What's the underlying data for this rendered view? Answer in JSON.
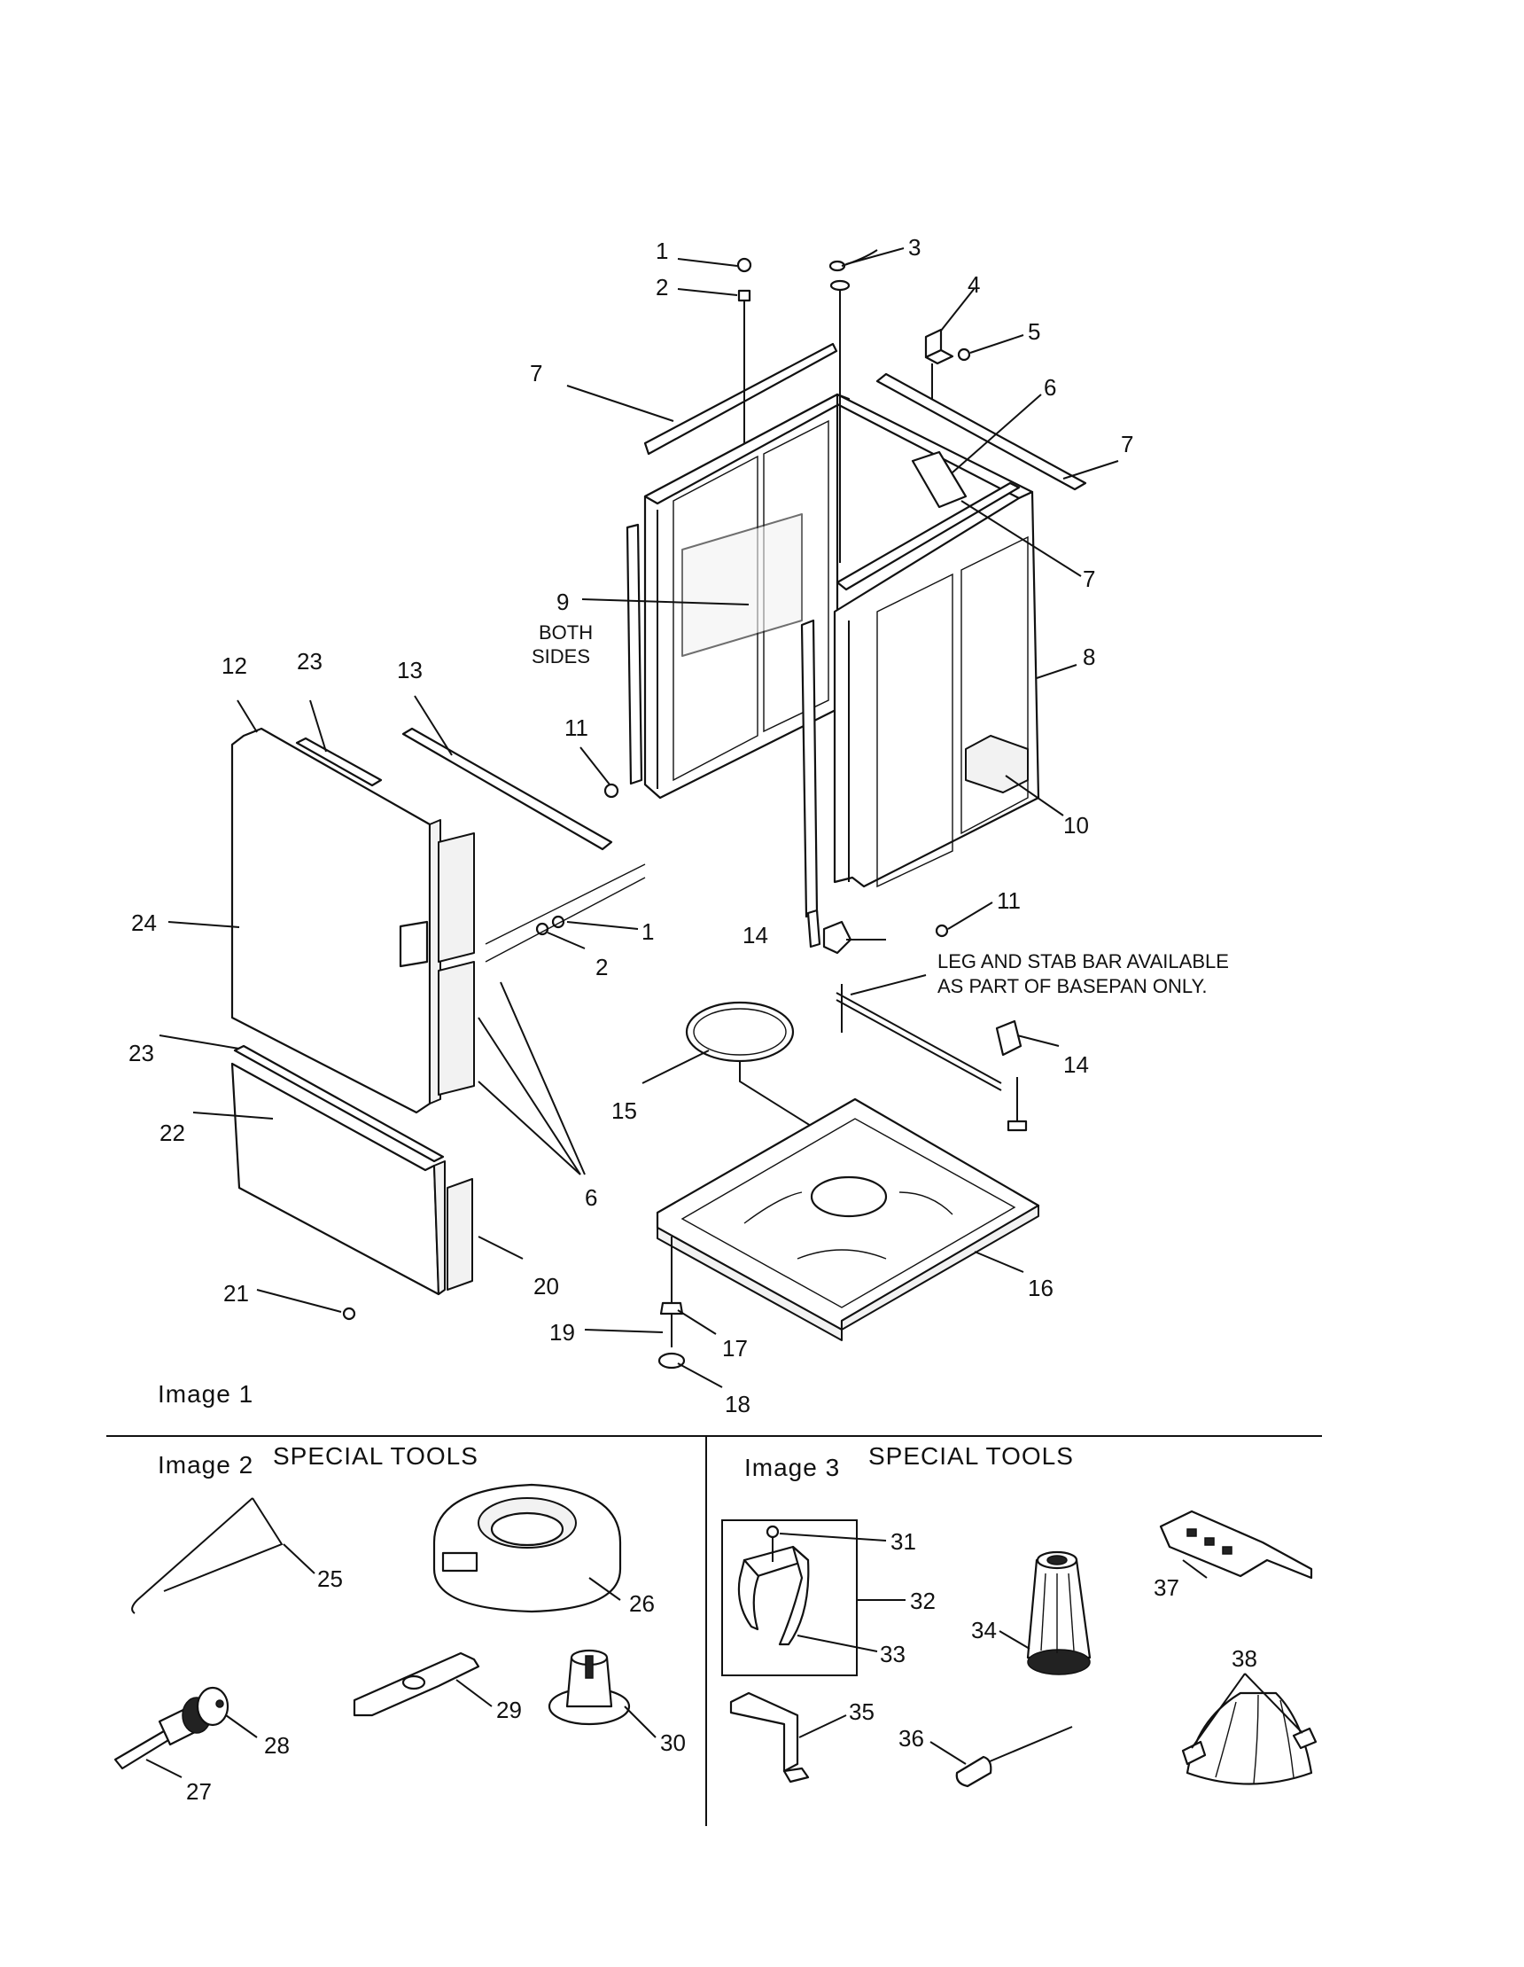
{
  "labels": {
    "callouts": [
      "1",
      "2",
      "3",
      "4",
      "5",
      "6",
      "7",
      "8",
      "9",
      "10",
      "11",
      "12",
      "13",
      "14",
      "15",
      "16",
      "17",
      "18",
      "19",
      "20",
      "21",
      "22",
      "23",
      "24",
      "25",
      "26",
      "27",
      "28",
      "29",
      "30",
      "31",
      "32",
      "33",
      "34",
      "35",
      "36",
      "37",
      "38"
    ],
    "both_sides": [
      "BOTH",
      "SIDES"
    ],
    "note_line1": "LEG AND STAB BAR AVAILABLE",
    "note_line2": "AS PART OF BASEPAN ONLY.",
    "image1": "Image 1",
    "image2": "Image 2",
    "image3": "Image 3",
    "special_tools": "SPECIAL  TOOLS"
  }
}
